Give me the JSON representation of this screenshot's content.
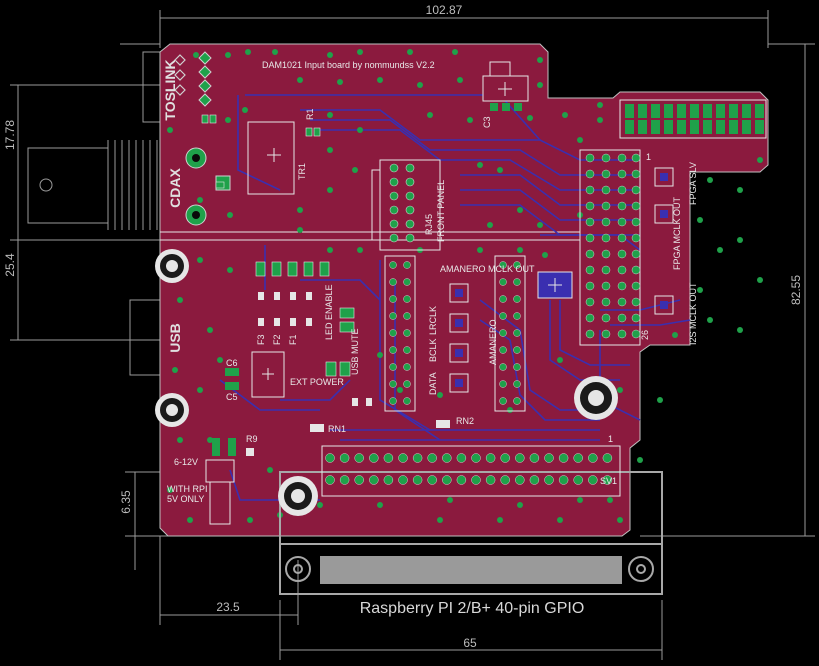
{
  "dimensions": {
    "width_top": "102.87",
    "height_left_top": "17.78",
    "height_left_mid": "25.4",
    "height_right": "82.55",
    "height_left_bottom": "6.35",
    "offset_bottom": "23.5",
    "width_bottom": "65"
  },
  "board": {
    "title": "DAM1021 Input board by nommundss V2.2",
    "connectors": {
      "toslink": "TOSLINK",
      "cdax": "CDAX",
      "usb": "USB"
    },
    "labels": {
      "front_panel_1": "RJ45",
      "front_panel_2": "FRONT PANEL",
      "amanero_mclk": "AMANERO MCLK OUT",
      "amanero": "AMANERO",
      "data": "DATA",
      "bclk": "BCLK",
      "lrclk": "LRCLK",
      "led_enable": "LED ENABLE",
      "usb_mute": "USB MUTE",
      "ext_power": "EXT POWER",
      "fpga_slv": "FPGA SLV",
      "fpga_mclk": "FPGA MCLK OUT",
      "i2s_mclk": "I2S MCLK OUT",
      "voltage": "6-12V",
      "with_rpi": "WITH RPI",
      "only_5v": "5V ONLY",
      "rn1": "RN1",
      "rn2": "RN2",
      "r9": "R9",
      "c5": "C5",
      "c6": "C6",
      "r1": "R1",
      "c3": "C3",
      "pin1": "1",
      "pin26": "26",
      "pin1b": "1",
      "f3": "F3",
      "f2": "F2",
      "f1": "F1",
      "tr1": "TR1",
      "sv1": "SV1"
    }
  },
  "footprint_label": "Raspberry PI 2/B+ 40-pin GPIO",
  "colors": {
    "background": "#000000",
    "board": "#8b1a3e",
    "trace": "#3a2fb0",
    "pad": "#1fa14a",
    "silk": "#e6e6e6",
    "dimension": "#9a9a9a"
  }
}
